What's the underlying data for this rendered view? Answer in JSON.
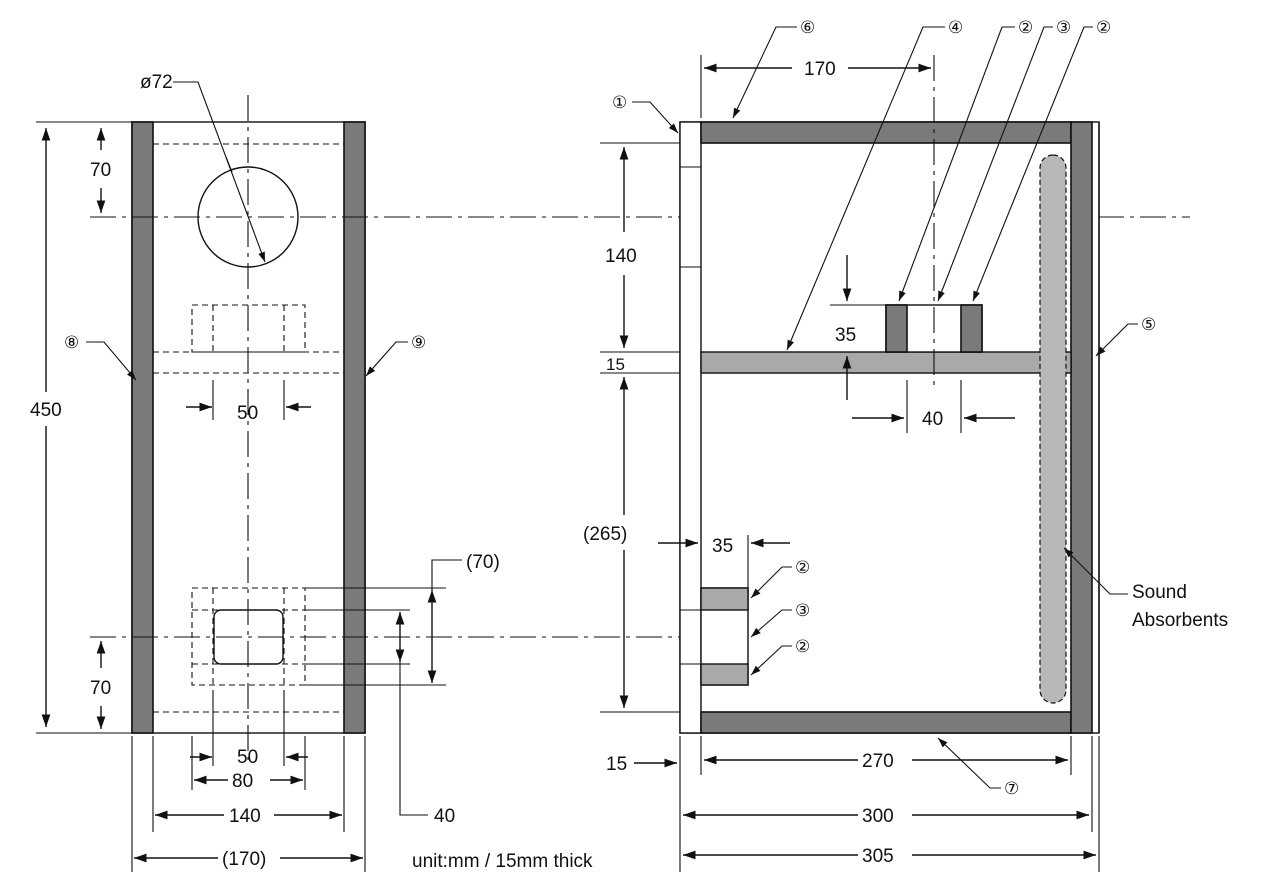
{
  "drawing": {
    "unit_note": "unit:mm / 15mm thick",
    "front_view": {
      "hole_label": "ø72",
      "dim_top": "70",
      "dim_height": "450",
      "dim_port_inner": "50",
      "dim_port_opening_inner": "50",
      "dim_port_outer": "80",
      "dim_inner_width": "140",
      "dim_outer_width": "(170)",
      "dim_port_height_outer": "(70)",
      "dim_port_height_inner": "40",
      "dim_bottom": "70"
    },
    "side_view": {
      "dim_top_offset": "170",
      "dim_upper": "140",
      "dim_block": "35",
      "dim_shelf": "15",
      "dim_block_gap": "40",
      "dim_lower": "(265)",
      "dim_port_depth": "35",
      "dim_front_thick": "15",
      "dim_inner_depth": "270",
      "dim_depth_300": "300",
      "dim_depth_305": "305",
      "absorbent_label_1": "Sound",
      "absorbent_label_2": "Absorbents"
    },
    "part_numbers": {
      "p1": "①",
      "p2a": "②",
      "p3a": "③",
      "p2b": "②",
      "p4": "④",
      "p5": "⑤",
      "p6": "⑥",
      "p7": "⑦",
      "p8": "⑧",
      "p9": "⑨",
      "p2c": "②",
      "p3b": "③",
      "p2d": "②"
    }
  }
}
